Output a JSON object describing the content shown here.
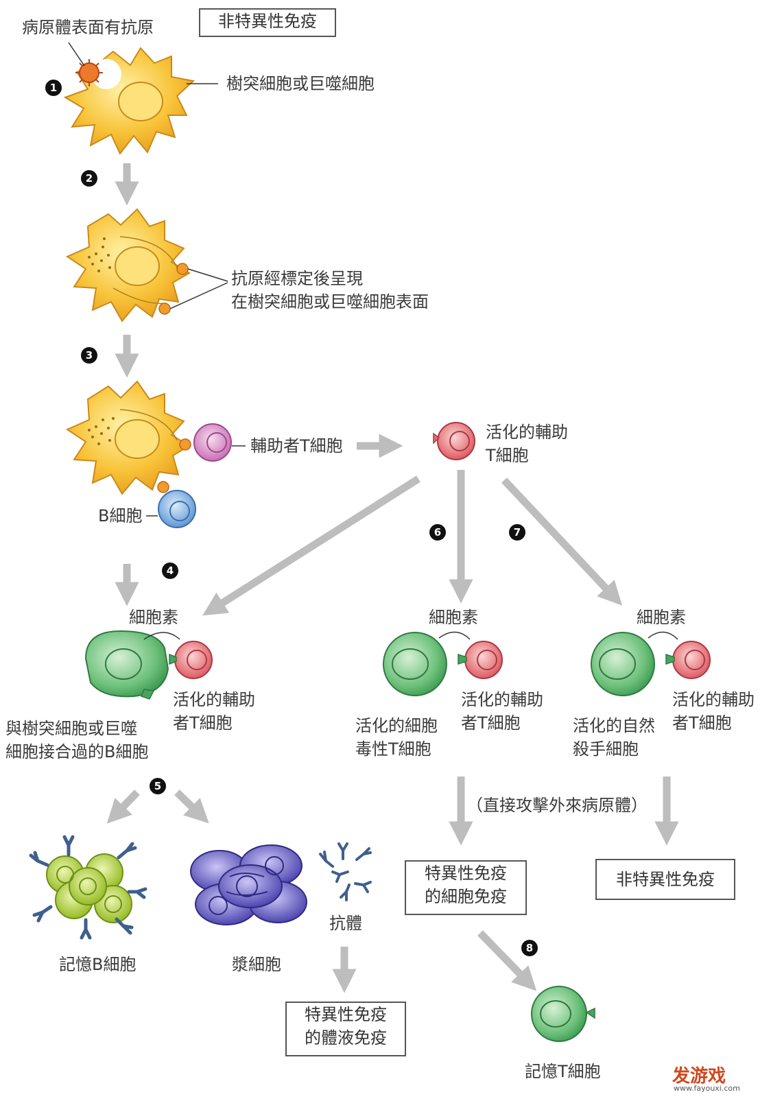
{
  "labels": {
    "pathogen_antigen": "病原體表面有抗原",
    "nonspecific_top": "非特異性免疫",
    "dendritic_or_macrophage": "樹突細胞或巨噬細胞",
    "antigen_present_line1": "抗原經標定後呈現",
    "antigen_present_line2": "在樹突細胞或巨噬細胞表面",
    "helper_t": "輔助者T細胞",
    "activated_helper_line1": "活化的輔助",
    "activated_helper_line2": "T細胞",
    "b_cell": "B細胞",
    "cytokine": "細胞素",
    "act_helper_a": "活化的輔助",
    "act_helper_b": "者T細胞",
    "bound_b_line1": "與樹突細胞或巨噬",
    "bound_b_line2": "細胞接合過的B細胞",
    "cytotoxic_line1": "活化的細胞",
    "cytotoxic_line2": "毒性T細胞",
    "nk_line1": "活化的自然",
    "nk_line2": "殺手細胞",
    "direct_attack": "（直接攻擊外來病原體）",
    "memory_b": "記憶B細胞",
    "plasma": "漿細胞",
    "antibody": "抗體",
    "specific_cellular_line1": "特異性免疫",
    "specific_cellular_line2": "的細胞免疫",
    "nonspecific_bottom": "非特異性免疫",
    "specific_humoral_line1": "特異性免疫",
    "specific_humoral_line2": "的體液免疫",
    "memory_t": "記憶T細胞"
  },
  "steps": [
    "1",
    "2",
    "3",
    "4",
    "5",
    "6",
    "7",
    "8"
  ],
  "watermark": {
    "brand": "发游戏",
    "url": "www.fayouxi.com"
  },
  "colors": {
    "dendritic": "#f6b62e",
    "helper_t": "#d98cc8",
    "b_cell": "#7aaee0",
    "activated_t": "#e36b6f",
    "green_cell": "#5fb96f",
    "memory_b": "#a9c93a",
    "plasma": "#6b64c4",
    "antibody": "#3f5f8c",
    "arrow": "#bdbdbd"
  }
}
